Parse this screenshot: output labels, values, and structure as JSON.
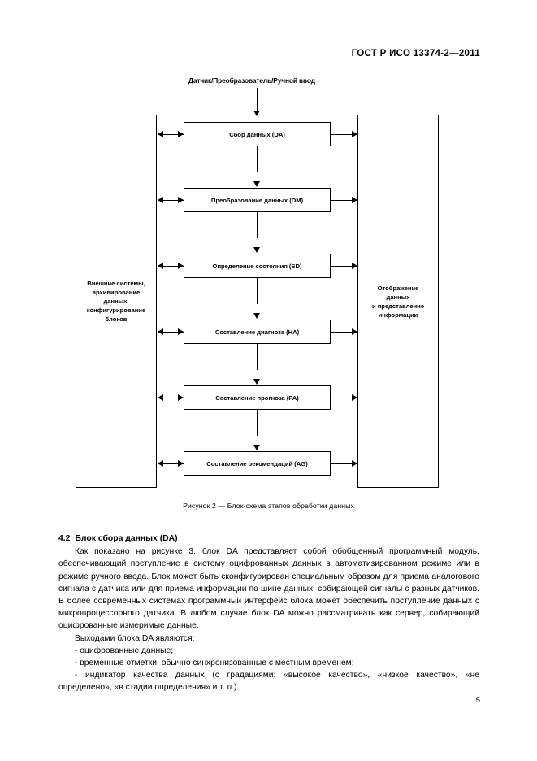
{
  "header": {
    "standard_code": "ГОСТ Р ИСО 13374-2—2011"
  },
  "figure": {
    "flow_source_label": "Датчик/Преобразователь/Ручной ввод",
    "left_panel": {
      "line1": "Внешние системы,",
      "line2": "архивирование",
      "line3": "данных,",
      "line4": "конфигурирование",
      "line5": "блоков"
    },
    "right_panel": {
      "line1": "Отображение",
      "line2": "данных",
      "line3": "и представление",
      "line4": "информации"
    },
    "boxes": [
      {
        "label": "Сбор данных (DA)"
      },
      {
        "label": "Преобразование данных (DM)"
      },
      {
        "label": "Определение состояния (SD)"
      },
      {
        "label": "Составление диагноза (HA)"
      },
      {
        "label": "Составление прогноза (PA)"
      },
      {
        "label": "Составление рекомендаций (AG)"
      }
    ],
    "caption": "Рисунок 2 — Блок-схема этапов обработки данных"
  },
  "section": {
    "number": "4.2",
    "title": "Блок сбора данных (DA)",
    "paragraph_1": "Как показано на рисунке 3, блок DA представляет собой обобщенный программный модуль, обеспечивающий поступление в систему оцифрованных данных в автоматизированном режиме или в режиме ручного ввода. Блок может быть сконфигурирован специальным образом для приема аналогового сигнала с датчика или для приема информации по шине данных, собирающей сигналы с разных датчиков. В более современных системах программный интерфейс блока может обеспечить поступление данных с микропроцессорного датчика. В любом случае блок DA можно рассматривать как сервер, собирающий оцифрованные измеримые данные.",
    "paragraph_2": "Выходами блока DA являются:",
    "list_items": [
      "- оцифрованные данные;",
      "- временные отметки, обычно синхронизованные с местным временем;",
      "- индикатор качества данных (с градациями: «высокое качество», «низкое качество», «не определено», «в стадии определения» и т. п.)."
    ]
  },
  "footer": {
    "page_number": "5"
  }
}
